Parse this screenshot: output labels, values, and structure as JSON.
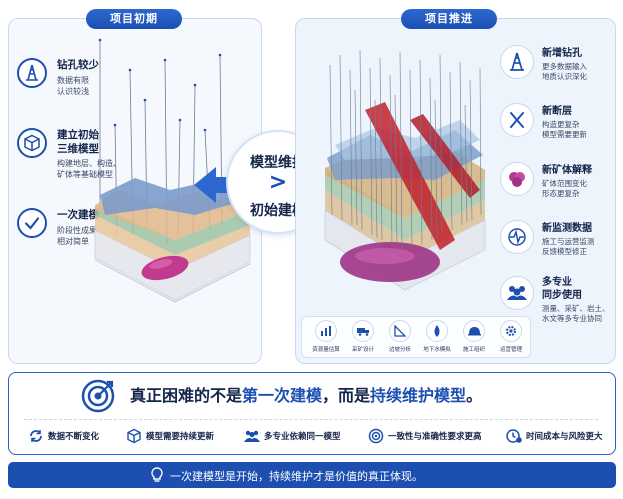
{
  "left": {
    "tab": "项目初期",
    "features": [
      {
        "icon": "drill-rig-icon",
        "title": "钻孔较少",
        "desc": [
          "数据有限",
          "认识较浅"
        ]
      },
      {
        "icon": "cube-icon",
        "title": "建立初始\n三维模型",
        "desc": [
          "构建地层、构造、",
          "矿体等基础模型"
        ]
      },
      {
        "icon": "checkmark-icon",
        "title": "一次建模",
        "desc": [
          "阶段性成果",
          "相对简单"
        ]
      }
    ]
  },
  "right": {
    "tab": "项目推进",
    "features": [
      {
        "icon": "drill-rig-icon",
        "title": "新增钻孔",
        "desc": [
          "更多数据输入",
          "地质认识深化"
        ]
      },
      {
        "icon": "fault-icon",
        "title": "新断层",
        "desc": [
          "构造更复杂",
          "模型需要更新"
        ]
      },
      {
        "icon": "ore-body-icon",
        "title": "新矿体解释",
        "desc": [
          "矿体范围变化",
          "形态更复杂"
        ]
      },
      {
        "icon": "monitoring-icon",
        "title": "新监测数据",
        "desc": [
          "施工与运营监测",
          "反馈模型修正"
        ]
      },
      {
        "icon": "team-icon",
        "title": "多专业\n同步使用",
        "desc": [
          "测量、采矿、岩土、",
          "水文等多专业协同"
        ]
      }
    ],
    "tools": [
      "资源量估算",
      "采矿设计",
      "边坡分析",
      "地下水模拟",
      "施工组织",
      "运营管理"
    ]
  },
  "center": {
    "top": "模型维护",
    "symbol": ">",
    "bottom": "初始建模"
  },
  "banner": {
    "title_pre": "真正困难的不是",
    "title_hl1": "第一次建模",
    "title_mid": "，而是",
    "title_hl2": "持续维护模型",
    "title_end": "。",
    "items": [
      {
        "icon": "sync-icon",
        "label": "数据不断变化"
      },
      {
        "icon": "cube-refresh-icon",
        "label": "模型需要持续更新"
      },
      {
        "icon": "people-icon",
        "label": "多专业依赖同一模型"
      },
      {
        "icon": "target-shield-icon",
        "label": "一致性与准确性要求更高"
      },
      {
        "icon": "clock-money-icon",
        "label": "时间成本与风险更大"
      }
    ]
  },
  "footer": "一次建模型是开始，持续维护才是价值的真正体现。",
  "colors": {
    "primary": "#1d4fb1",
    "accent": "#2d68d1",
    "ore": "#c23a8f",
    "fault": "#c2202b"
  }
}
